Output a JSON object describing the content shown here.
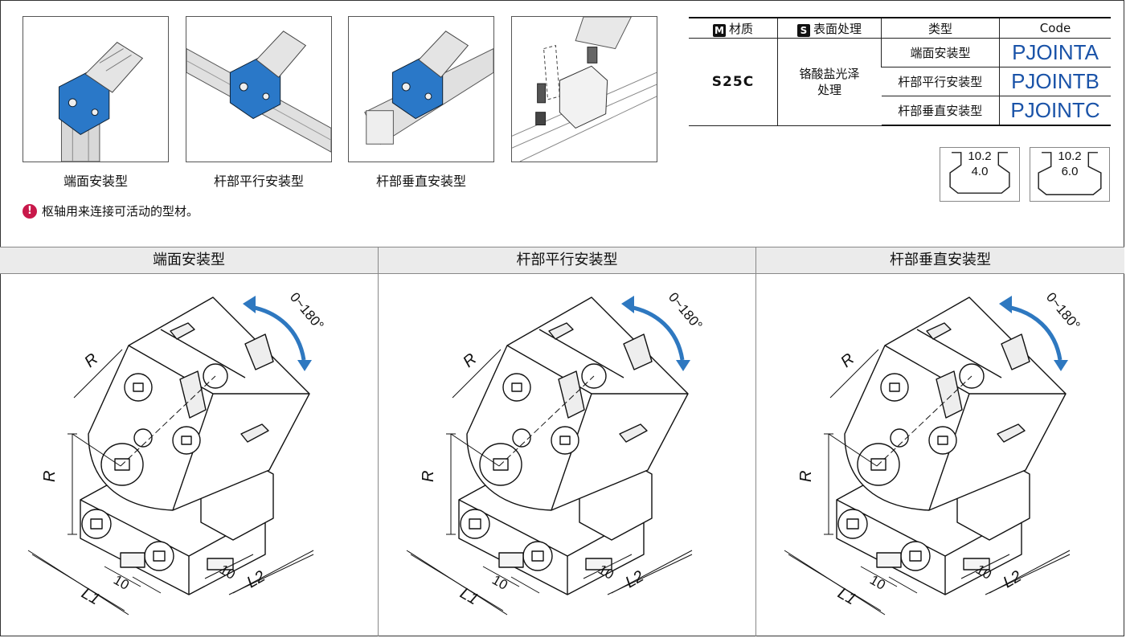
{
  "thumbs": {
    "captions": [
      "端面安装型",
      "杆部平行安装型",
      "杆部垂直安装型"
    ]
  },
  "note": {
    "icon": "info-pin-icon",
    "text": "枢轴用来连接可活动的型材。"
  },
  "spec_table": {
    "headers": {
      "material_badge": "M",
      "material": "材质",
      "surface_badge": "S",
      "surface": "表面处理",
      "type": "类型",
      "code": "Code"
    },
    "material": "S25C",
    "surface": "铬酸盐光泽处理",
    "rows": [
      {
        "type": "端面安装型",
        "code": "PJOINTA"
      },
      {
        "type": "杆部平行安装型",
        "code": "PJOINTB"
      },
      {
        "type": "杆部垂直安装型",
        "code": "PJOINTC"
      }
    ]
  },
  "slots": [
    {
      "top": "10.2",
      "bottom": "4.0"
    },
    {
      "top": "10.2",
      "bottom": "6.0"
    }
  ],
  "sections": [
    "端面安装型",
    "杆部平行安装型",
    "杆部垂直安装型"
  ],
  "drawing": {
    "radius_label": "R",
    "angle": "0~180°",
    "dim_10": "10",
    "l1": "L1",
    "l2": "L2"
  },
  "colors": {
    "part_blue": "#2a78c8",
    "arrow_blue": "#2e78c0",
    "code_blue": "#1a53a8"
  }
}
